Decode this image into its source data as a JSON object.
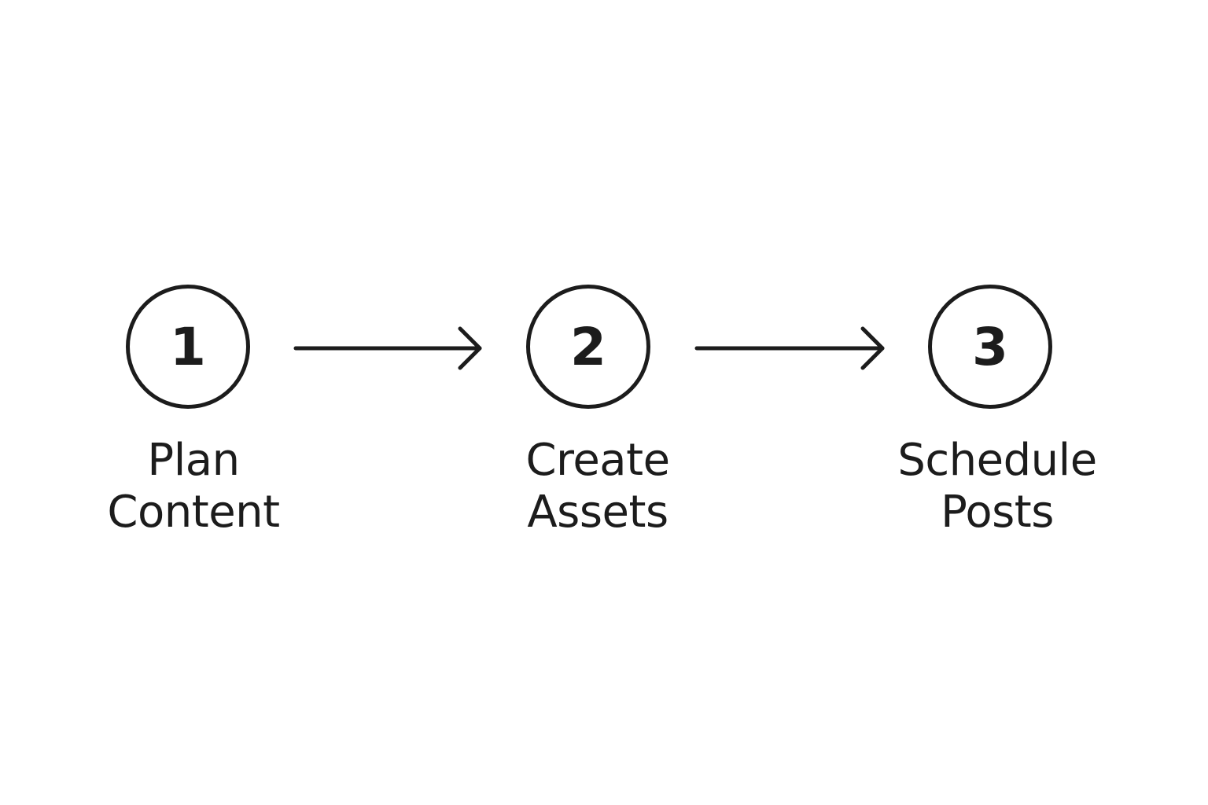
{
  "steps": [
    {
      "number": "1",
      "label_line1": "Plan",
      "label_line2": "Content"
    },
    {
      "number": "2",
      "label_line1": "Create",
      "label_line2": "Assets"
    },
    {
      "number": "3",
      "label_line1": "Schedule",
      "label_line2": "Posts"
    }
  ],
  "colors": {
    "stroke": "#1c1c1c",
    "background": "#ffffff"
  },
  "icons": [
    "right-arrow-icon",
    "right-arrow-icon"
  ]
}
